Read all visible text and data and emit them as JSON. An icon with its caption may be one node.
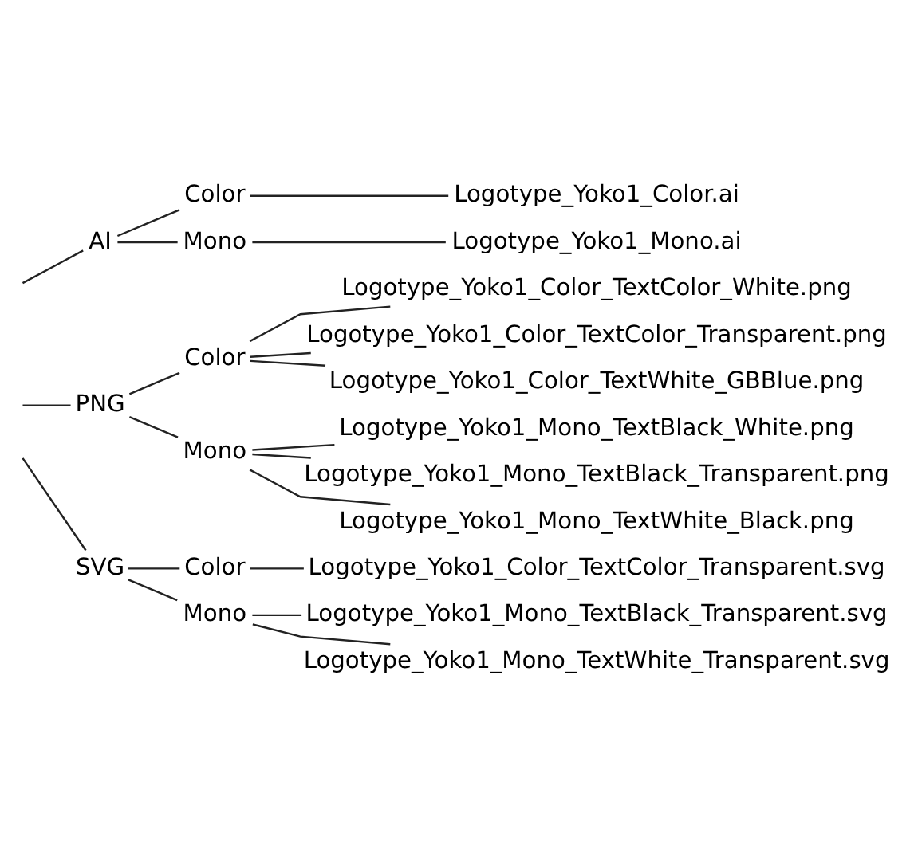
{
  "diagram": {
    "nodes": [
      {
        "text": [
          "AI"
        ]
      },
      {
        "text": [
          "Color"
        ]
      },
      {
        "text": [
          "Logotype_Yoko1_Color.ai"
        ]
      },
      {
        "text": [
          "Mono"
        ]
      },
      {
        "text": [
          "Logotype_Yoko1_Mono.ai"
        ]
      },
      {
        "text": [
          "PNG"
        ]
      },
      {
        "text": [
          "Color"
        ]
      },
      {
        "text": [
          "Logotype_Yoko1_Color_TextColor_White.png"
        ]
      },
      {
        "text": [
          "Logotype_Yoko1_Color_TextColor_Transparent.png"
        ]
      },
      {
        "text": [
          "Logotype_Yoko1_Color_TextWhite_GBBlue.png"
        ]
      },
      {
        "text": [
          "Mono"
        ]
      },
      {
        "text": [
          "Logotype_Yoko1_Mono_TextBlack_White.png"
        ]
      },
      {
        "text": [
          "Logotype_Yoko1_Mono_TextBlack_Transparent.png"
        ]
      },
      {
        "text": [
          "Logotype_Yoko1_Mono_TextWhite_Black.png"
        ]
      },
      {
        "text": [
          "SVG"
        ]
      },
      {
        "text": [
          "Color"
        ]
      },
      {
        "text": [
          "Logotype_Yoko1_Color_TextColor_Transparent.svg"
        ]
      },
      {
        "text": [
          "Mono"
        ]
      },
      {
        "text": [
          "Logotype_Yoko1_Mono_TextBlack_Transparent.svg"
        ]
      },
      {
        "text": [
          "Logotype_Yoko1_Mono_TextWhite_Transparent.svg"
        ]
      }
    ],
    "edges": [
      {
        "from": null,
        "to": 0,
        "arrow": "none"
      },
      {
        "from": 0,
        "to": 1,
        "arrow": "none"
      },
      {
        "from": 1,
        "to": 2,
        "arrow": "none"
      },
      {
        "from": 0,
        "to": 3,
        "arrow": "none"
      },
      {
        "from": 3,
        "to": 4,
        "arrow": "none"
      },
      {
        "from": null,
        "to": 5,
        "arrow": "none"
      },
      {
        "from": 5,
        "to": 6,
        "arrow": "none"
      },
      {
        "from": 6,
        "to": 7,
        "arrow": "none"
      },
      {
        "from": 6,
        "to": 8,
        "arrow": "none"
      },
      {
        "from": 6,
        "to": 9,
        "arrow": "none"
      },
      {
        "from": 5,
        "to": 10,
        "arrow": "none"
      },
      {
        "from": 10,
        "to": 11,
        "arrow": "none"
      },
      {
        "from": 10,
        "to": 12,
        "arrow": "none"
      },
      {
        "from": 10,
        "to": 13,
        "arrow": "none"
      },
      {
        "from": null,
        "to": 14,
        "arrow": "none"
      },
      {
        "from": 14,
        "to": 15,
        "arrow": "none"
      },
      {
        "from": 15,
        "to": 16,
        "arrow": "none"
      },
      {
        "from": 14,
        "to": 17,
        "arrow": "none"
      },
      {
        "from": 17,
        "to": 18,
        "arrow": "none"
      },
      {
        "from": 17,
        "to": 19,
        "arrow": "none"
      }
    ]
  }
}
